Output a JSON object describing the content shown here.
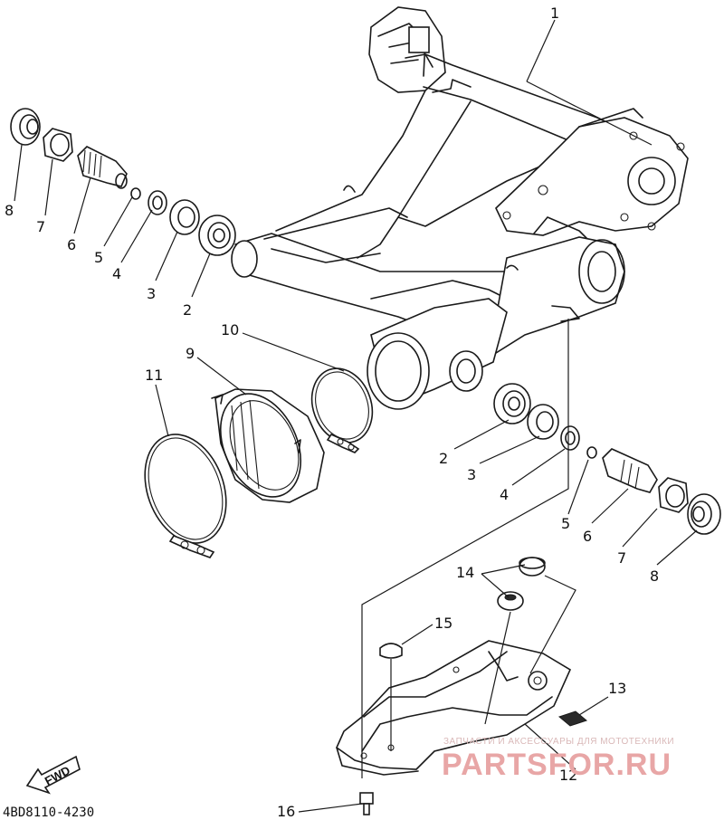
{
  "diagram": {
    "doc_code": "4BD8110-4230",
    "direction_label": "FWD",
    "watermark": {
      "tagline": "ЗАПЧАСТИ И АКСЕССУАРЫ ДЛЯ МОТОТЕХНИКИ",
      "brand": "PARTSFOR.RU"
    },
    "callouts": [
      {
        "id": "c1",
        "label": "1"
      },
      {
        "id": "c8a",
        "label": "8"
      },
      {
        "id": "c7a",
        "label": "7"
      },
      {
        "id": "c6a",
        "label": "6"
      },
      {
        "id": "c5a",
        "label": "5"
      },
      {
        "id": "c4a",
        "label": "4"
      },
      {
        "id": "c3a",
        "label": "3"
      },
      {
        "id": "c2a",
        "label": "2"
      },
      {
        "id": "c10",
        "label": "10"
      },
      {
        "id": "c9",
        "label": "9"
      },
      {
        "id": "c11",
        "label": "11"
      },
      {
        "id": "c2b",
        "label": "2"
      },
      {
        "id": "c3b",
        "label": "3"
      },
      {
        "id": "c4b",
        "label": "4"
      },
      {
        "id": "c5b",
        "label": "5"
      },
      {
        "id": "c6b",
        "label": "6"
      },
      {
        "id": "c7b",
        "label": "7"
      },
      {
        "id": "c8b",
        "label": "8"
      },
      {
        "id": "c14",
        "label": "14"
      },
      {
        "id": "c15",
        "label": "15"
      },
      {
        "id": "c13",
        "label": "13"
      },
      {
        "id": "c12",
        "label": "12"
      },
      {
        "id": "c16",
        "label": "16"
      }
    ]
  }
}
